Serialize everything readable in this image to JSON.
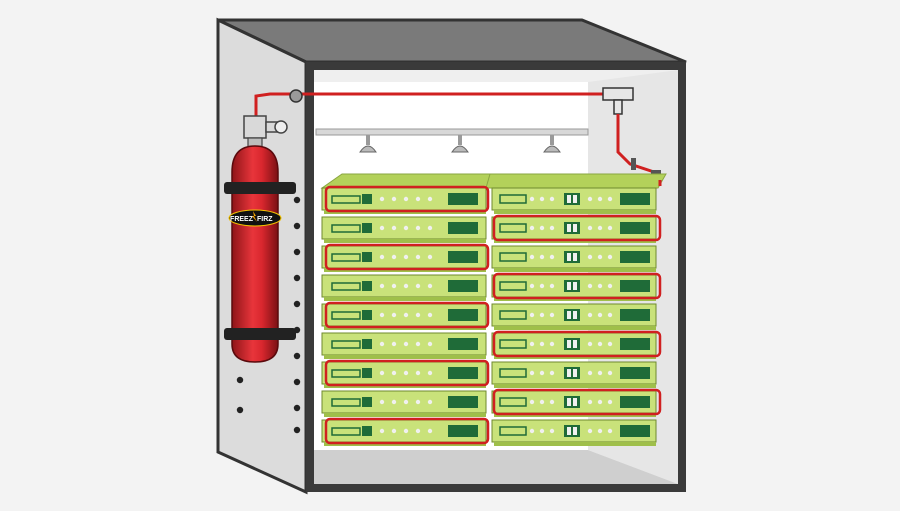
{
  "diagram": {
    "extinguisher_label_left": "FREEZ",
    "extinguisher_label_right": "FIRZ",
    "rack_rows": 9,
    "rack_columns": 2
  },
  "colors": {
    "background": "#f3f3f3",
    "cabinet_side": "#dcdcdc",
    "cabinet_top": "#7a7a7a",
    "cabinet_frame": "#3a3a3a",
    "interior_back": "#ffffff",
    "interior_side": "#e6e6e6",
    "pipe": "#d02020",
    "cylinder": "#d9272e",
    "strap": "#222222",
    "server_face": "#c9e27a",
    "server_top": "#b3d15a",
    "server_dark": "#1f6b38",
    "server_led": "#f0f0f0",
    "nozzle": "#bbbbbb"
  }
}
